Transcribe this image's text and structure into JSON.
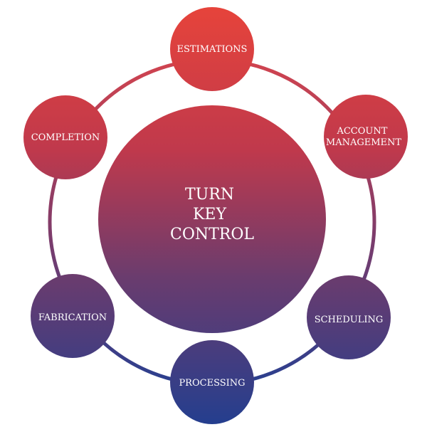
{
  "center": {
    "lines": [
      "TURN",
      "KEY",
      "CONTROL"
    ]
  },
  "nodes": [
    {
      "lines": [
        "ESTIMATIONS"
      ]
    },
    {
      "lines": [
        "ACCOUNT",
        "MANAGEMENT"
      ]
    },
    {
      "lines": [
        "SCHEDULING"
      ]
    },
    {
      "lines": [
        "PROCESSING"
      ]
    },
    {
      "lines": [
        "FABRICATION"
      ]
    },
    {
      "lines": [
        "COMPLETION"
      ]
    }
  ],
  "colors": {
    "top": "#e8443a",
    "bottom": "#233e8f",
    "ring_top": "#d9444c",
    "ring_bottom": "#2a3f8f"
  }
}
